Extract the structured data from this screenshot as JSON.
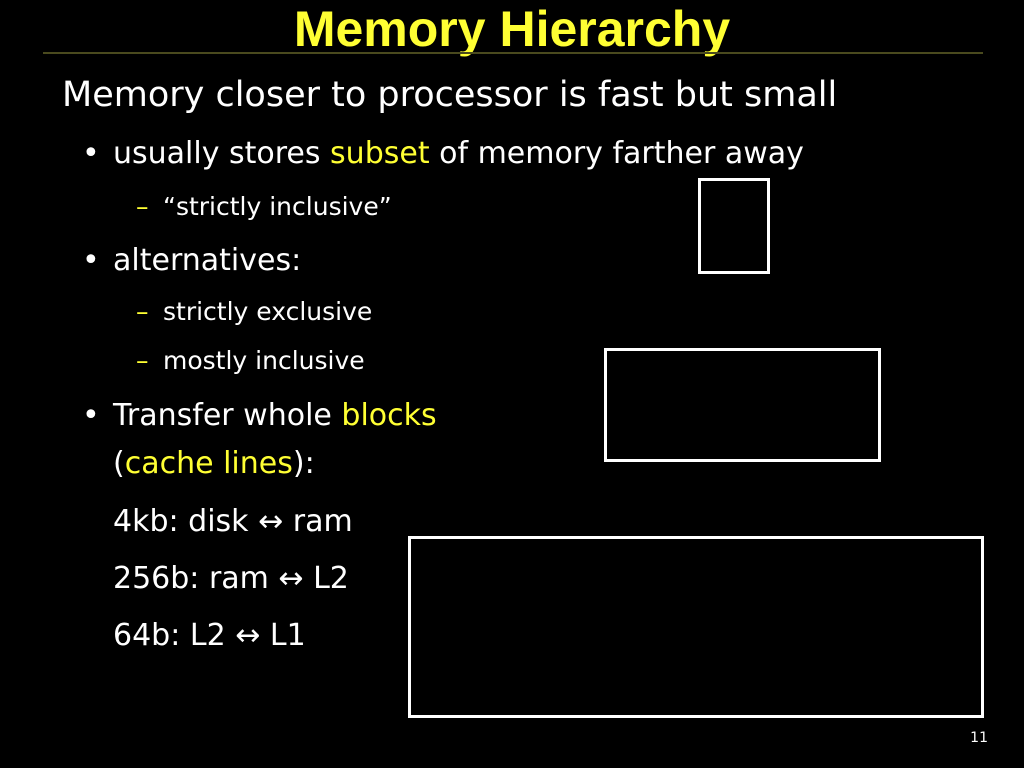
{
  "slide": {
    "title": "Memory Hierarchy",
    "heading": "Memory closer to processor is fast but small",
    "bullet_char": "•",
    "dash_char": "–",
    "bullets": {
      "subset": {
        "before": "usually stores ",
        "highlight": "subset",
        "after": " of memory farther away"
      },
      "strictly_inclusive": "“strictly inclusive”",
      "alternatives": "alternatives:",
      "strictly_exclusive": "strictly exclusive",
      "mostly_inclusive": "mostly inclusive",
      "transfer": {
        "before": "Transfer whole ",
        "highlight": "blocks",
        "open_paren": "(",
        "highlight2": "cache lines",
        "close": "):"
      },
      "disk_ram": "4kb: disk ↔ ram",
      "ram_l2": "256b: ram ↔ L2",
      "l2_l1": "64b: L2 ↔ L1"
    },
    "page_number": "11",
    "colors": {
      "background": "#000000",
      "accent": "#ffff33",
      "text": "#ffffff"
    }
  }
}
